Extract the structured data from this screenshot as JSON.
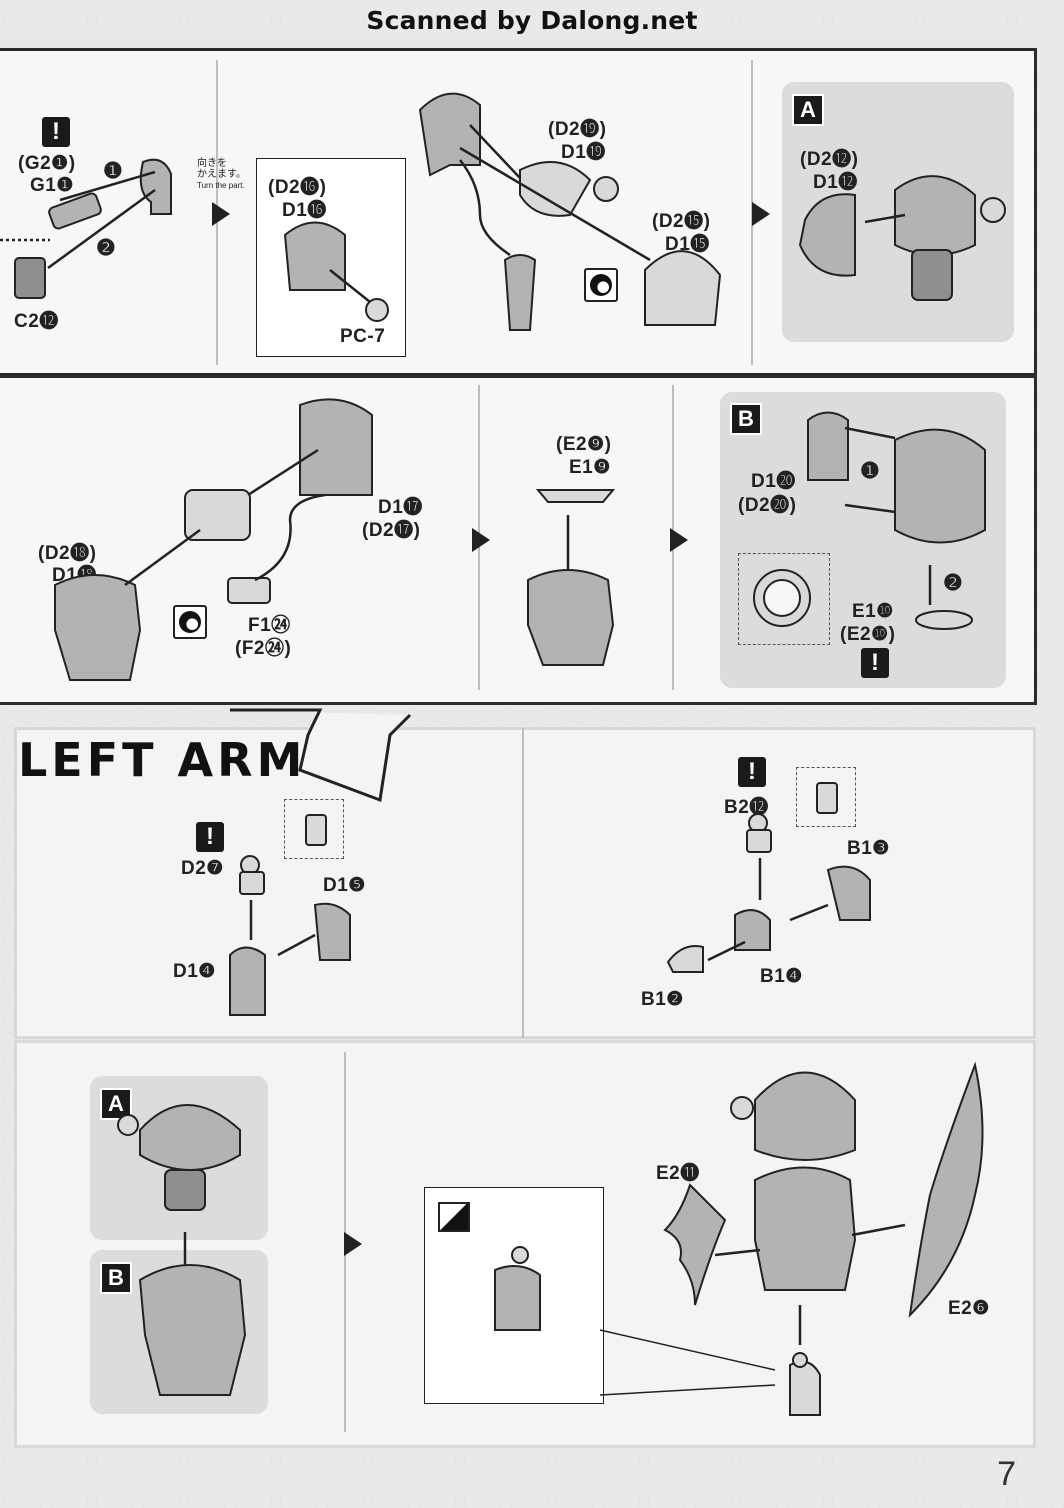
{
  "header": {
    "scan_credit": "Scanned by Dalong.net"
  },
  "page_number": "7",
  "notes": {
    "turn_jp_1": "向きを",
    "turn_jp_2": "かえます。",
    "turn_en": "Turn the part."
  },
  "row1": {
    "step1": {
      "p1": "(G2❶)",
      "p2": "G1❶",
      "p3": "C2⓬",
      "n1": "❶",
      "n2": "❷"
    },
    "step2": {
      "p1": "(D2⓰)",
      "p2": "D1⓰",
      "p3": "PC-7"
    },
    "step3": {
      "p1": "(D2⓳)",
      "p2": "D1⓳",
      "p3": "(D2⓯)",
      "p4": "D1⓯"
    },
    "stepA": {
      "tag": "A",
      "p1": "(D2⓬)",
      "p2": "D1⓬"
    }
  },
  "row2": {
    "step1": {
      "p1": "D1⓱",
      "p2": "(D2⓱)",
      "p3": "(D2⓲)",
      "p4": "D1⓲",
      "p5": "F1㉔",
      "p6": "(F2㉔)"
    },
    "step2": {
      "p1": "(E2❾)",
      "p2": "E1❾"
    },
    "stepB": {
      "tag": "B",
      "p1": "D1⓴",
      "p2": "(D2⓴)",
      "p3": "E1❿",
      "p4": "(E2❿)",
      "n1": "❶",
      "n2": "❷"
    }
  },
  "left_arm": {
    "title": "LEFT ARM",
    "step1": {
      "p1": "D2❼",
      "p2": "D1❺",
      "p3": "D1❹"
    },
    "step2": {
      "p1": "B2⓬",
      "p2": "B1❸",
      "p3": "B1❹",
      "p4": "B1❷"
    }
  },
  "row4": {
    "tagA": "A",
    "tagB": "B",
    "p1": "E2⓫",
    "p2": "E2❻"
  }
}
